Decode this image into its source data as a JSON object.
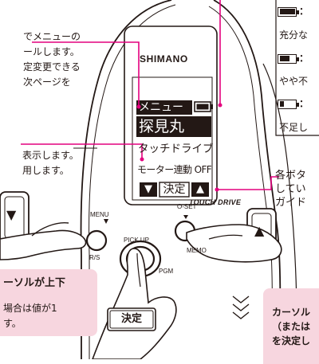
{
  "left_callout": {
    "lines": [
      "でメニューの",
      "ールします。",
      "定変更できる",
      "次ページを"
    ]
  },
  "left_middle": {
    "lines": [
      "表示します。",
      "用します。"
    ]
  },
  "bottom_left_box": {
    "lines": [
      "ーソルが上下",
      "場合は値が1",
      "す。"
    ]
  },
  "legend": {
    "full_label": "充分な",
    "medium_label": "やや不",
    "low_label": "不足し",
    "colon": "："
  },
  "right_text": {
    "lines": [
      "各ボタ",
      "してい",
      "ガイド"
    ]
  },
  "bottom_right_box": {
    "lines": [
      "カーソル",
      "（または",
      "を決定し"
    ]
  },
  "device": {
    "brand": "SHIMANO",
    "model": "TOUCH DRIVE",
    "lcd": {
      "menu_title": "メニュー",
      "item_selected": "探見丸",
      "item_2": "タッチドライブ",
      "item_3": "モーター連動 OFF",
      "btn_down": "▼",
      "btn_enter": "決定",
      "btn_up": "▲"
    },
    "button_labels": {
      "menu": "MENU",
      "rs": "R/S",
      "oset": "O-SET",
      "memo": "MEMO",
      "pickup": "PICK UP",
      "pgm": "PGM"
    }
  },
  "key_left_arrow": "▼",
  "key_right_arrow": "▲",
  "key_enter": "決定",
  "colors": {
    "callout_line": "#e4007f",
    "pink_box": "#f7d6df",
    "ink": "#231815"
  }
}
